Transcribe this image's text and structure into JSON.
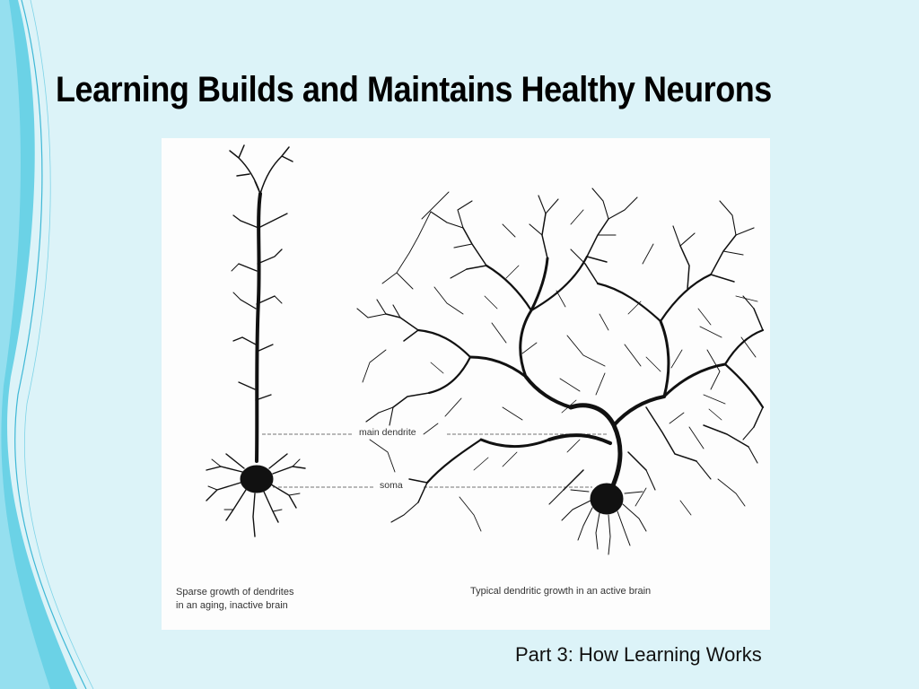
{
  "slide": {
    "title": "Learning Builds and Maintains Healthy Neurons",
    "footer": "Part 3: How Learning Works"
  },
  "figure": {
    "labels": {
      "main_dendrite": "main dendrite",
      "soma": "soma"
    },
    "captions": {
      "left_line1": "Sparse growth of dendrites",
      "left_line2": "in an aging, inactive brain",
      "right": "Typical dendritic growth in an active brain"
    }
  },
  "colors": {
    "background": "#dcf3f8",
    "accent": "#4fc6e0",
    "ink": "#111111"
  }
}
